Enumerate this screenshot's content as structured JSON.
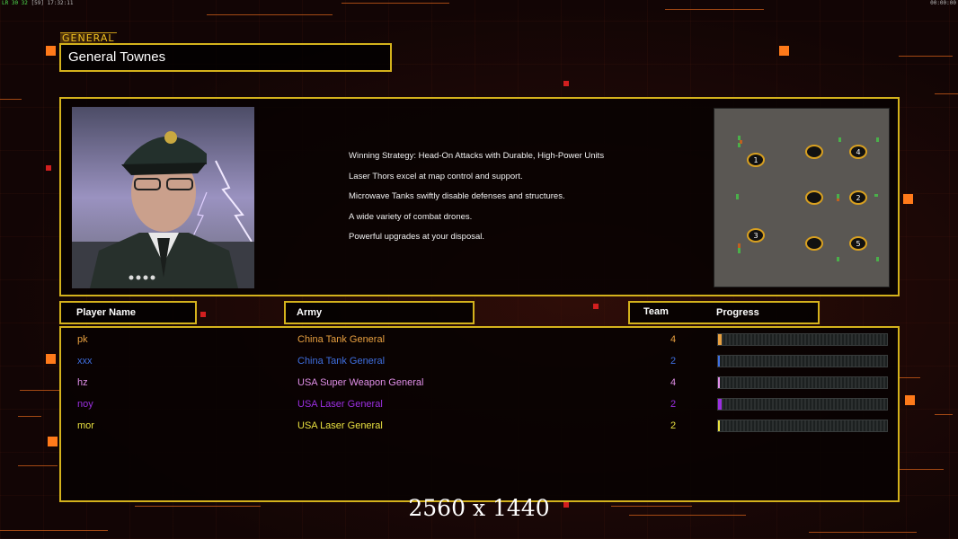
{
  "status_bar": {
    "left_prefix": "LR 30 32",
    "left_detail": "[59]",
    "clock": "17:32:11",
    "right_clock": "00:00:00"
  },
  "general": {
    "tag": "GENERAL",
    "name": "General Townes",
    "description": [
      "Winning Strategy: Head-On Attacks with Durable, High-Power Units",
      "Laser Thors excel at map control and support.",
      "Microwave Tanks swiftly disable defenses and structures.",
      "A wide variety of combat drones.",
      "Powerful upgrades at your disposal."
    ]
  },
  "minimap": {
    "start_labels": [
      "1",
      "2",
      "3",
      "4",
      "5"
    ]
  },
  "headers": {
    "player_name": "Player Name",
    "army": "Army",
    "team": "Team",
    "progress": "Progress"
  },
  "players": [
    {
      "name": "pk",
      "army": "China Tank General",
      "team": "4",
      "color": "#e8a040",
      "progress": 0.02
    },
    {
      "name": "xxx",
      "army": "China Tank General",
      "team": "2",
      "color": "#3f6fe0",
      "progress": 0.01
    },
    {
      "name": "hz",
      "army": "USA Super Weapon General",
      "team": "4",
      "color": "#e08fe8",
      "progress": 0.01
    },
    {
      "name": "noy",
      "army": "USA Laser General",
      "team": "2",
      "color": "#9a2fe0",
      "progress": 0.02
    },
    {
      "name": "mor",
      "army": "USA Laser General",
      "team": "2",
      "color": "#e8e040",
      "progress": 0.01
    }
  ],
  "resolution_label": "2560 x 1440",
  "colors": {
    "frame": "#d4b21c",
    "accent": "#ff7a1a"
  }
}
